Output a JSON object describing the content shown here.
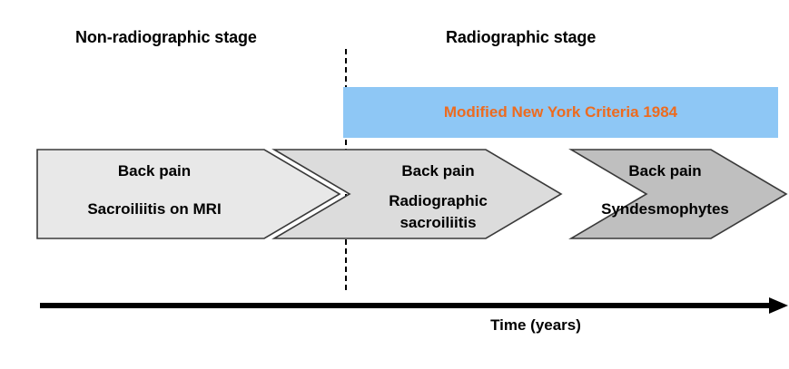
{
  "diagram": {
    "title_left": "Non-radiographic stage",
    "title_right": "Radiographic stage",
    "criteria_banner": {
      "label": "Modified New York Criteria 1984",
      "fill_color": "#8EC7F5",
      "text_color": "#ED6B1F"
    },
    "divider": {
      "name": "stage-divider-dashed-line",
      "style": "dashed",
      "color": "#000000"
    },
    "stages": [
      {
        "id": "stage-1",
        "fill_color": "#E8E8E8",
        "lines": [
          "Back pain",
          "Sacroiliitis on MRI"
        ]
      },
      {
        "id": "stage-2",
        "fill_color": "#DCDCDC",
        "lines": [
          "Back pain",
          "Radiographic",
          "sacroiliitis"
        ]
      },
      {
        "id": "stage-3",
        "fill_color": "#BFBFBF",
        "lines": [
          "Back pain",
          "Syndesmophytes"
        ]
      }
    ],
    "timeline": {
      "label": "Time (years)",
      "direction": "left-to-right",
      "color": "#000000"
    }
  }
}
